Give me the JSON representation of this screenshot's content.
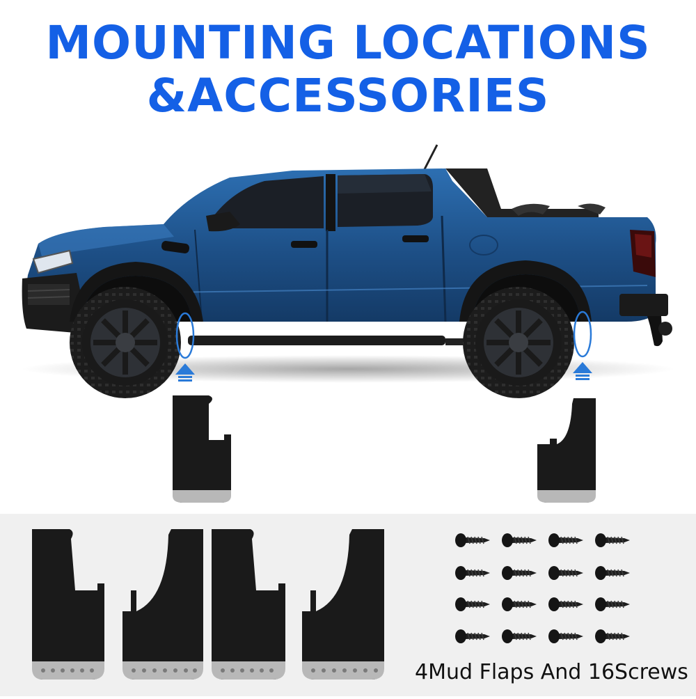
{
  "title": {
    "line1": "MOUNTING LOCATIONS",
    "line2": "&ACCESSORIES"
  },
  "caption": "4Mud Flaps And 16Screws",
  "colors": {
    "title": "#1460e6",
    "truck_body": "#1d4f86",
    "marker": "#2a7ad8",
    "panel_bg": "#f0f0f0",
    "flap": "#1a1a1a",
    "flap_strip": "#b8b8b8"
  },
  "kit": {
    "mud_flaps": 4,
    "screws": 16
  }
}
